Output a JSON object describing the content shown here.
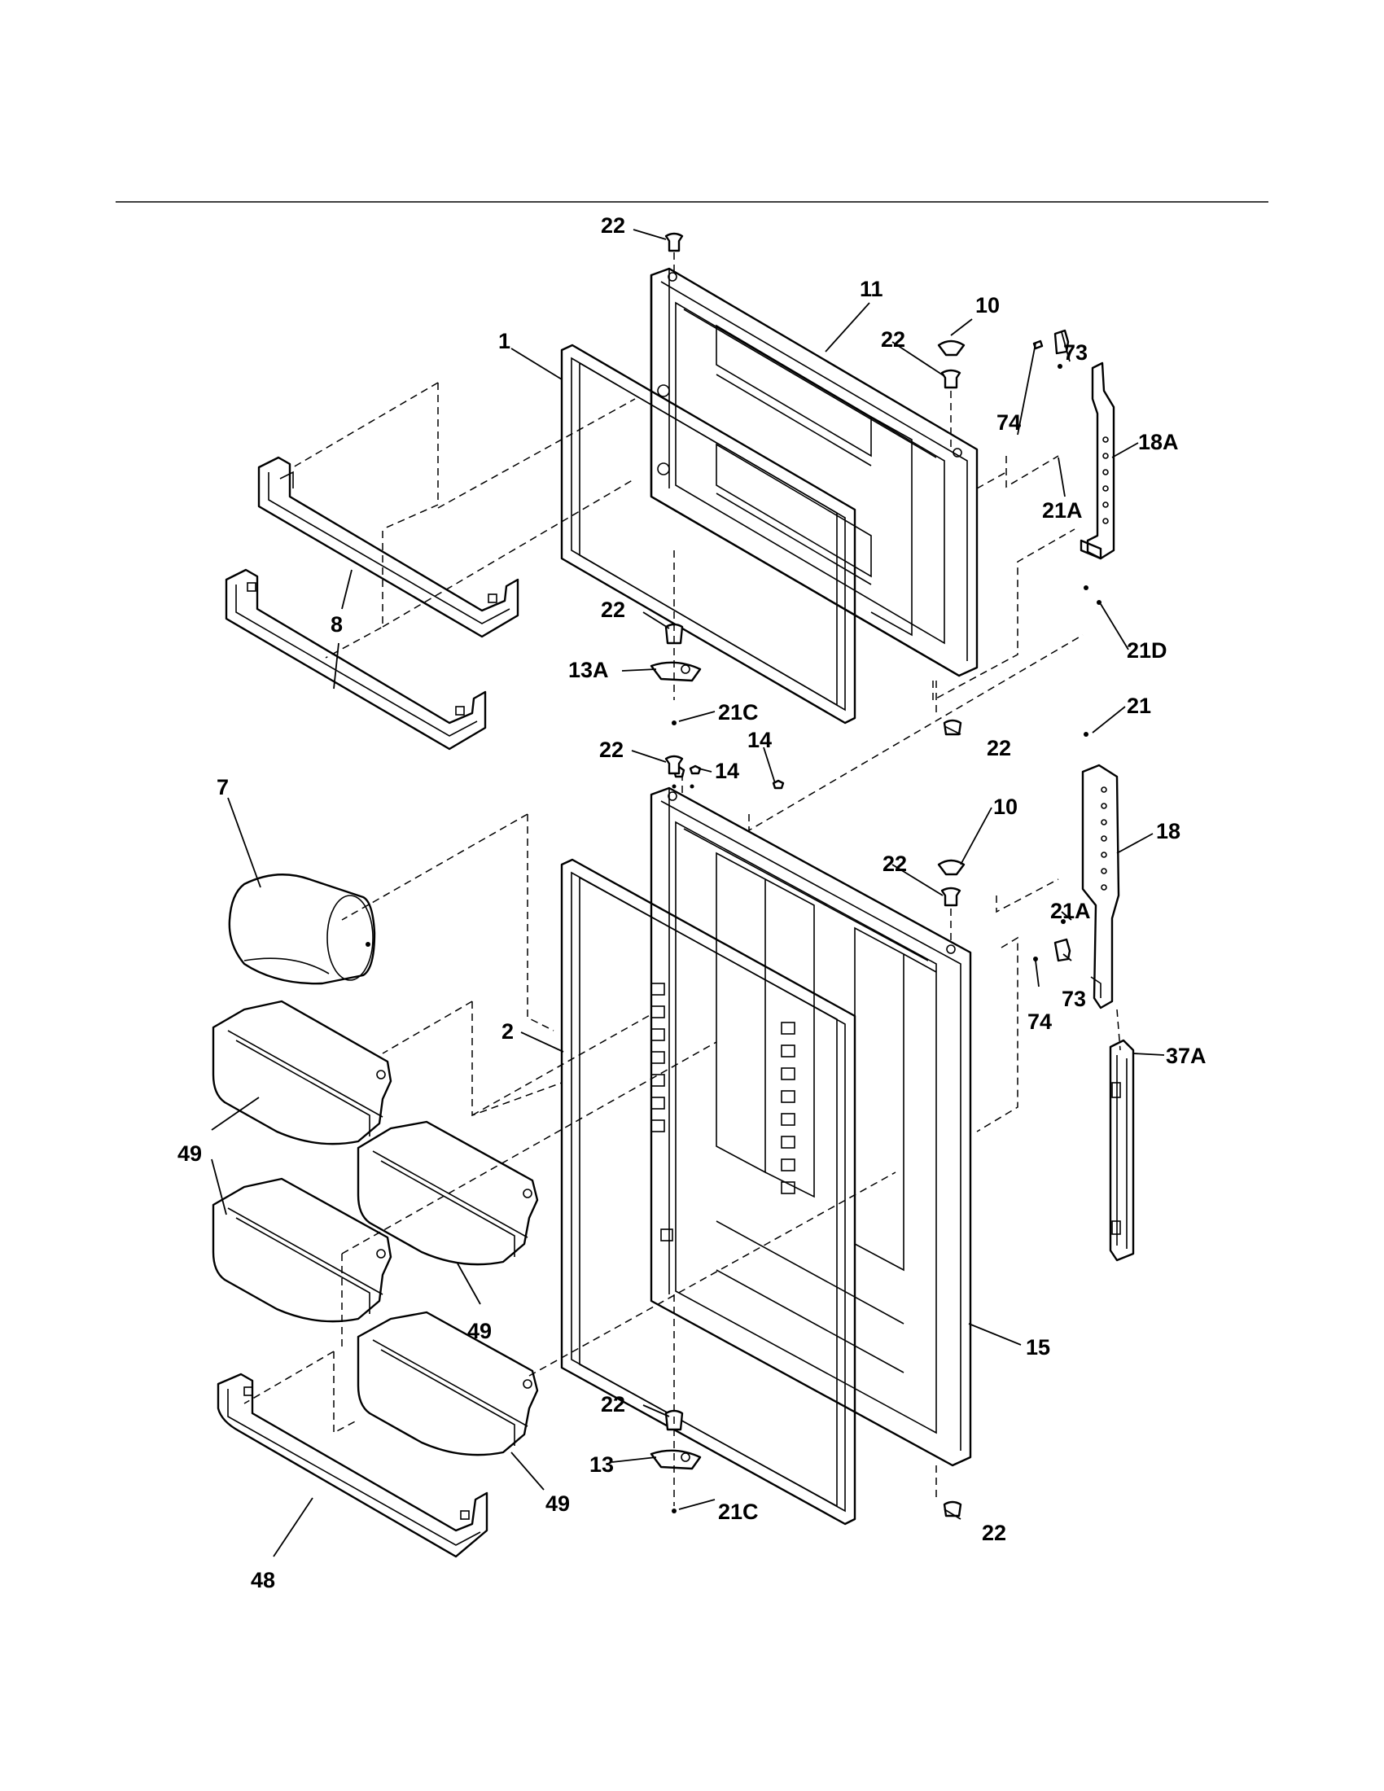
{
  "callouts": {
    "c_22_top": "22",
    "c_11": "11",
    "c_10_upper": "10",
    "c_22_upper_hinge": "22",
    "c_73_upper": "73",
    "c_1": "1",
    "c_74_upper": "74",
    "c_18A": "18A",
    "c_21A_upper": "21A",
    "c_8": "8",
    "c_22_upper_bottom": "22",
    "c_13A": "13A",
    "c_21C_upper": "21C",
    "c_21D": "21D",
    "c_22_upper_right": "22",
    "c_21": "21",
    "c_22_lower_top": "22",
    "c_14_a": "14",
    "c_14_b": "14",
    "c_7": "7",
    "c_10_lower": "10",
    "c_18": "18",
    "c_22_lower_hinge": "22",
    "c_21A_lower": "21A",
    "c_73_lower": "73",
    "c_74_lower": "74",
    "c_2": "2",
    "c_37A": "37A",
    "c_49_a": "49",
    "c_49_b": "49",
    "c_49_c": "49",
    "c_15": "15",
    "c_22_lower_bottom": "22",
    "c_13": "13",
    "c_21C_lower": "21C",
    "c_22_lower_right": "22",
    "c_48": "48"
  }
}
